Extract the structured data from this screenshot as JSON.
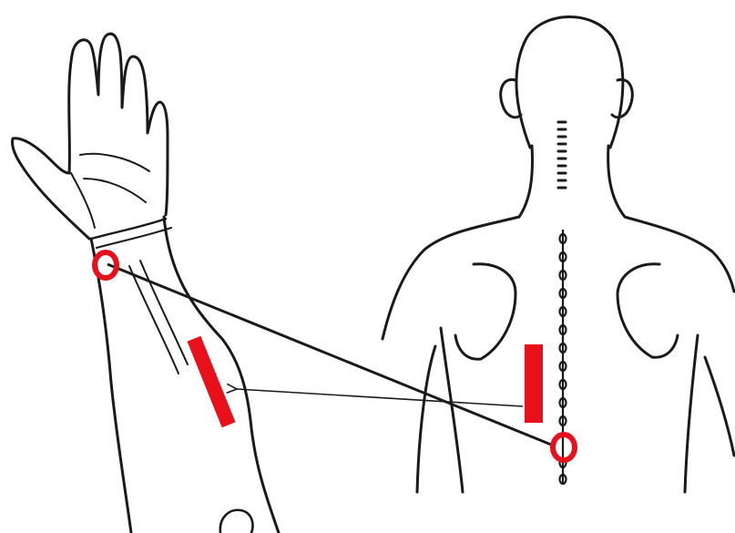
{
  "diagram": {
    "colors": {
      "outline": "#1a1a1a",
      "marker": "#e8101a",
      "background": "#ffffff"
    },
    "figures": [
      {
        "name": "forearm-palm-up"
      },
      {
        "name": "upper-back-rear-view"
      }
    ],
    "markers": [
      {
        "name": "wrist-point",
        "shape": "ring"
      },
      {
        "name": "forearm-zone",
        "shape": "bar"
      },
      {
        "name": "paraspinal-zone",
        "shape": "bar"
      },
      {
        "name": "spine-point",
        "shape": "ring"
      }
    ],
    "connectors": [
      {
        "name": "wrist-to-spine-line",
        "style": "solid"
      },
      {
        "name": "back-to-forearm-arrow",
        "style": "arrow"
      }
    ]
  }
}
